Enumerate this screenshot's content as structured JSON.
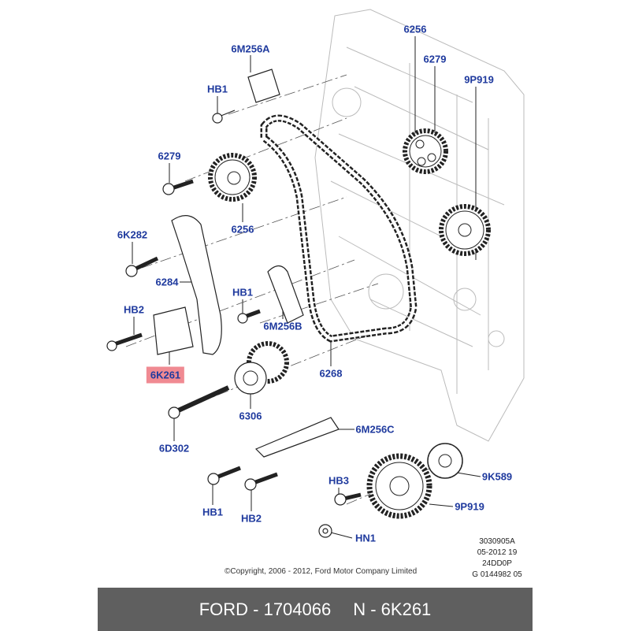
{
  "callouts": {
    "c1": "6M256A",
    "c2": "HB1",
    "c3": "6256",
    "c4": "6279",
    "c5": "9P919",
    "c6": "6279",
    "c7": "6256",
    "c8": "6K282",
    "c9": "6284",
    "c10": "HB1",
    "c11": "HB2",
    "c12": "6M256B",
    "c13": "6K261",
    "c14": "6268",
    "c15": "6306",
    "c16": "6D302",
    "c17": "6M256C",
    "c18": "9K589",
    "c19": "HB3",
    "c20": "9P919",
    "c21": "HB1",
    "c22": "HB2",
    "c23": "HN1"
  },
  "drawing_info": [
    "3030905A",
    "05-2012 19",
    "24DD0P",
    "G 0144982 05"
  ],
  "copyright": "©Copyright, 2006 - 2012, Ford Motor Company Limited",
  "footer": {
    "part": "FORD - 1704066",
    "ref": "N - 6K261"
  },
  "colors": {
    "label": "#1f3a9e",
    "highlight": "#f08a92",
    "footer_bg": "#5f5f5f"
  }
}
